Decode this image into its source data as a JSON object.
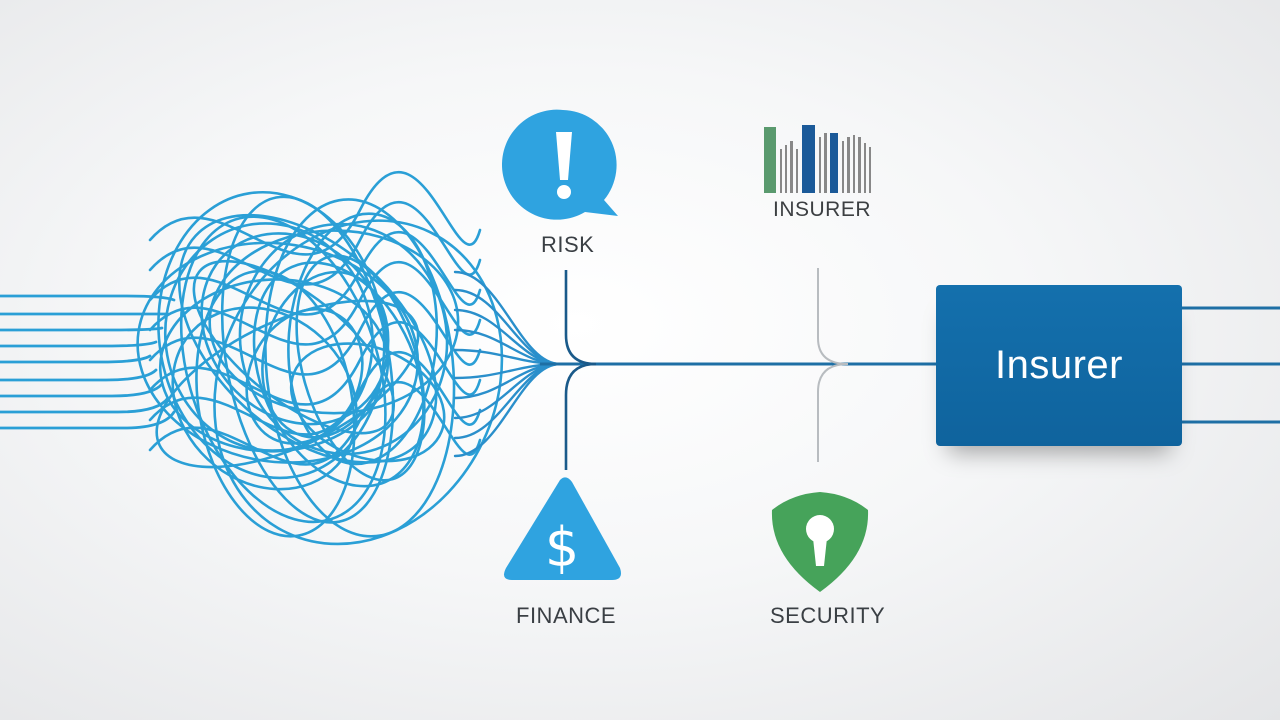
{
  "nodes": {
    "risk": {
      "label": "RISK",
      "icon": "exclamation-bubble-icon",
      "color": "#2fa3e0"
    },
    "insurer_top": {
      "label": "INSURER",
      "icon": "bar-code-icon",
      "colors": [
        "#5a9a6e",
        "#1b5a99",
        "#888888"
      ]
    },
    "finance": {
      "label": "FINANCE",
      "icon": "dollar-warning-icon",
      "color": "#2fa3e0"
    },
    "security": {
      "label": "SECURITY",
      "icon": "keyhole-shield-icon",
      "color": "#46a35a"
    },
    "insurer_box": {
      "label": "Insurer",
      "color": "#1470ad"
    }
  },
  "colors": {
    "tangle": "#2a9fd6",
    "main_line": "#1e6fa5",
    "branch_line": "#1a5a8a",
    "faded_line": "#b8bcc0"
  }
}
